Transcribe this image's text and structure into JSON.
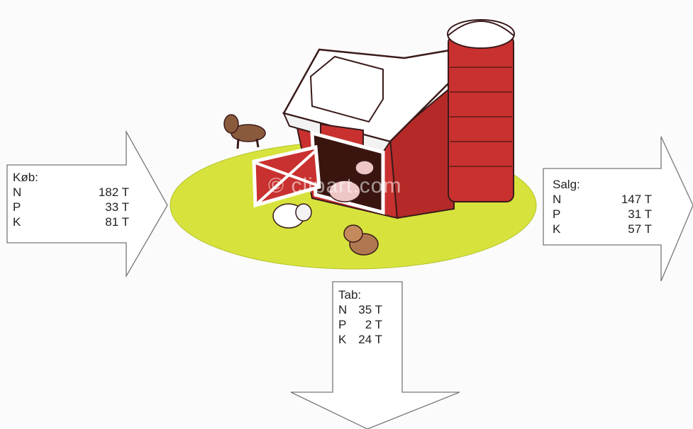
{
  "kob": {
    "title": "Køb:",
    "rows": [
      {
        "nutrient": "N",
        "value": "182 T"
      },
      {
        "nutrient": "P",
        "value": "33 T"
      },
      {
        "nutrient": "K",
        "value": "81 T"
      }
    ]
  },
  "salg": {
    "title": "Salg:",
    "rows": [
      {
        "nutrient": "N",
        "value": "147 T"
      },
      {
        "nutrient": "P",
        "value": "31 T"
      },
      {
        "nutrient": "K",
        "value": "57 T"
      }
    ]
  },
  "tab": {
    "title": "Tab:",
    "rows": [
      {
        "nutrient": "N",
        "value": "35 T"
      },
      {
        "nutrient": "P",
        "value": "2 T"
      },
      {
        "nutrient": "K",
        "value": "24 T"
      }
    ]
  },
  "watermark": "© clipart.com",
  "colors": {
    "barn_red": "#c8312f",
    "grass": "#d6e23a",
    "arrow_stroke": "#666666"
  }
}
